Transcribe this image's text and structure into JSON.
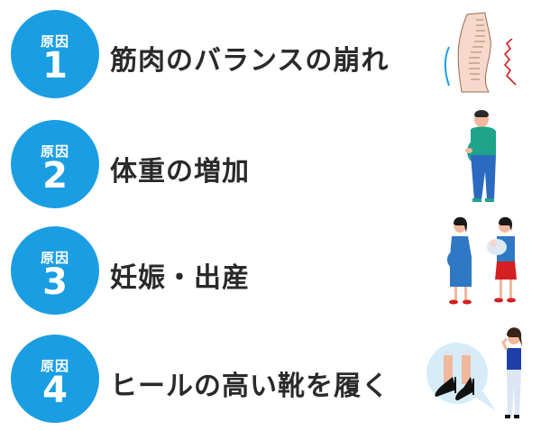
{
  "causes": [
    {
      "label": "原因",
      "number": "1",
      "title": "筋肉のバランスの崩れ",
      "illustration": "spine-posture-illustration"
    },
    {
      "label": "原因",
      "number": "2",
      "title": "体重の増加",
      "illustration": "overweight-man-illustration"
    },
    {
      "label": "原因",
      "number": "3",
      "title": "妊娠・出産",
      "illustration": "pregnancy-childbirth-illustration"
    },
    {
      "label": "原因",
      "number": "4",
      "title": "ヒールの高い靴を履く",
      "illustration": "high-heels-woman-illustration"
    }
  ],
  "colors": {
    "badge": "#1a9ee3",
    "text": "#2a2a2a",
    "skin": "#f5d6c8",
    "red": "#d42020",
    "blue_dress": "#2f78c4",
    "teal_shirt": "#1fa38a",
    "jeans": "#2a6ac0"
  }
}
